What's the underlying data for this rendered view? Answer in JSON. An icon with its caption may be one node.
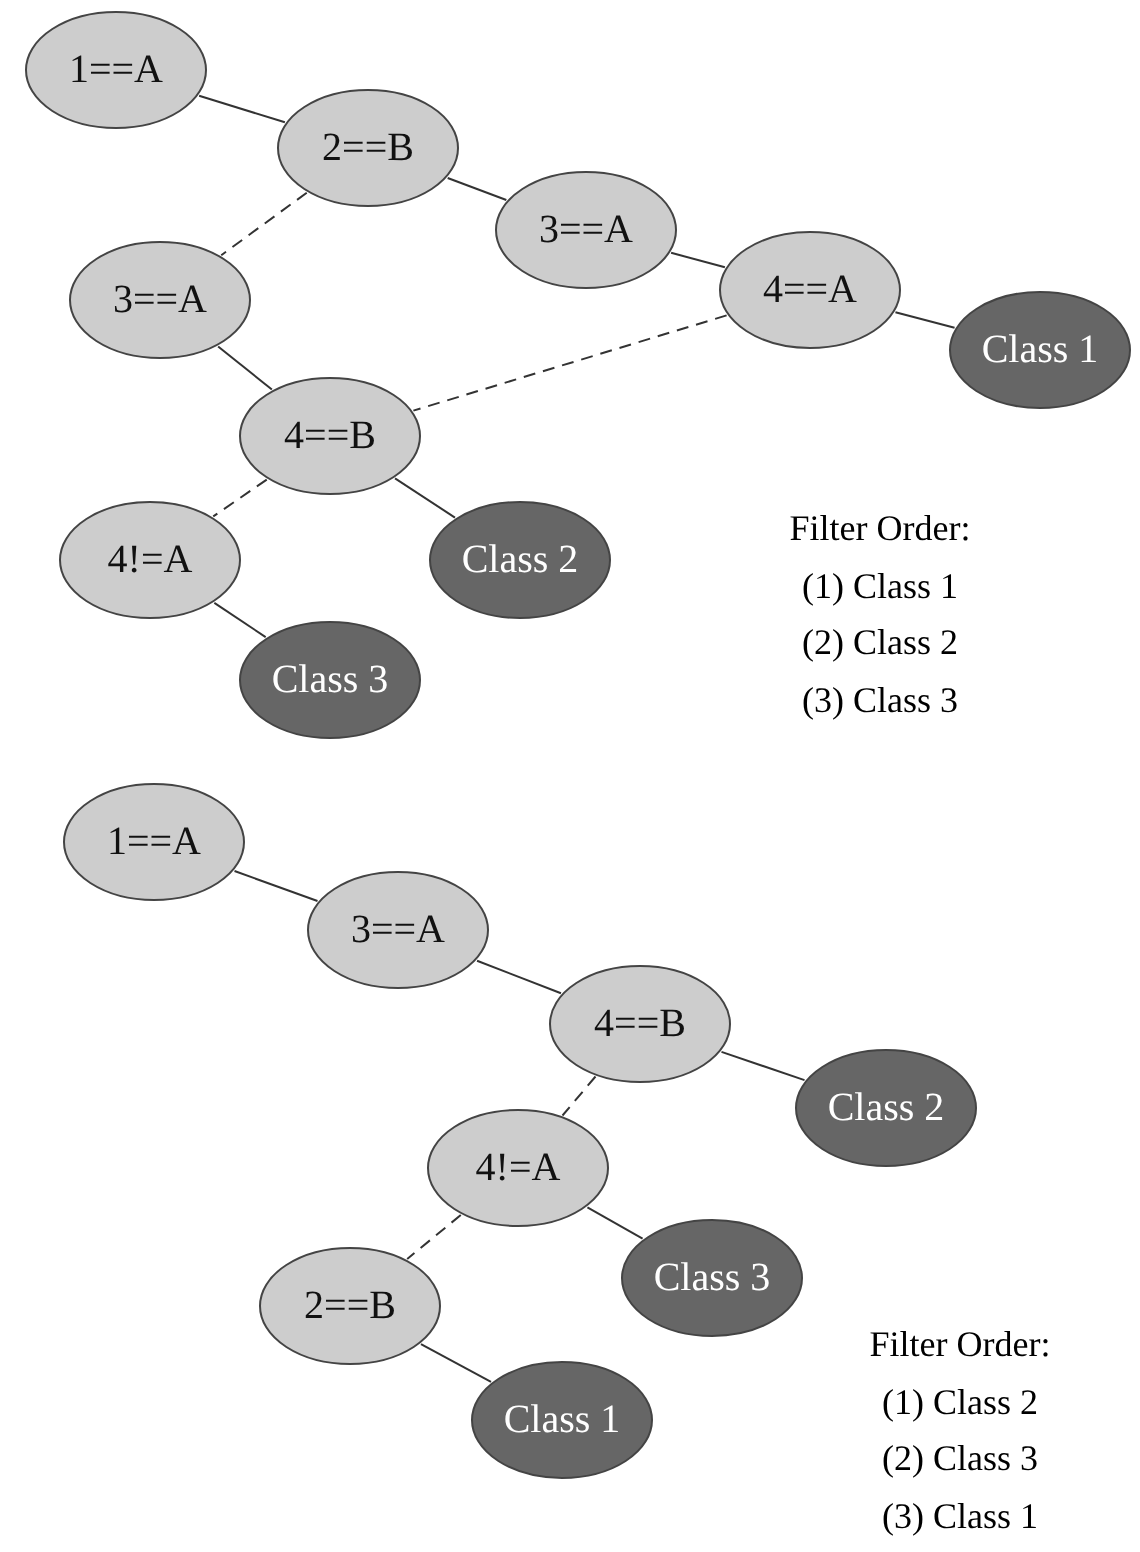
{
  "diagram": {
    "nodes": [
      {
        "text": [
          "1==A"
        ]
      },
      {
        "text": [
          "2==B"
        ]
      },
      {
        "text": [
          "3==A"
        ]
      },
      {
        "text": [
          "4==A"
        ]
      },
      {
        "text": [
          "Class 1"
        ]
      },
      {
        "text": [
          "3==A"
        ]
      },
      {
        "text": [
          "4==B"
        ]
      },
      {
        "text": [
          "4!=A"
        ]
      },
      {
        "text": [
          "Class 2"
        ]
      },
      {
        "text": [
          "Class 3"
        ]
      },
      {
        "text": [
          "1==A"
        ]
      },
      {
        "text": [
          "3==A"
        ]
      },
      {
        "text": [
          "4==B"
        ]
      },
      {
        "text": [
          "Class 2"
        ]
      },
      {
        "text": [
          "4!=A"
        ]
      },
      {
        "text": [
          "Class 3"
        ]
      },
      {
        "text": [
          "2==B"
        ]
      },
      {
        "text": [
          "Class 1"
        ]
      }
    ],
    "edges": [
      {
        "from": 0,
        "to": 1,
        "arrow": "none"
      },
      {
        "from": 1,
        "to": 2,
        "arrow": "none"
      },
      {
        "from": 2,
        "to": 3,
        "arrow": "none"
      },
      {
        "from": 3,
        "to": 4,
        "arrow": "none"
      },
      {
        "from": 1,
        "to": 5,
        "arrow": "none",
        "style": "dashed"
      },
      {
        "from": 5,
        "to": 6,
        "arrow": "none"
      },
      {
        "from": 3,
        "to": 6,
        "arrow": "none",
        "style": "dashed"
      },
      {
        "from": 6,
        "to": 7,
        "arrow": "none",
        "style": "dashed"
      },
      {
        "from": 6,
        "to": 8,
        "arrow": "none"
      },
      {
        "from": 7,
        "to": 9,
        "arrow": "none"
      },
      {
        "from": 10,
        "to": 11,
        "arrow": "none"
      },
      {
        "from": 11,
        "to": 12,
        "arrow": "none"
      },
      {
        "from": 12,
        "to": 13,
        "arrow": "none"
      },
      {
        "from": 12,
        "to": 14,
        "arrow": "none",
        "style": "dashed"
      },
      {
        "from": 14,
        "to": 15,
        "arrow": "none"
      },
      {
        "from": 14,
        "to": 16,
        "arrow": "none",
        "style": "dashed"
      },
      {
        "from": 16,
        "to": 17,
        "arrow": "none"
      }
    ],
    "labels": [
      "Filter Order:",
      "(1) Class 1",
      "(2) Class 2",
      "(3) Class 3",
      "Filter Order:",
      "(1) Class 2",
      "(2) Class 3",
      "(3) Class 1"
    ]
  }
}
